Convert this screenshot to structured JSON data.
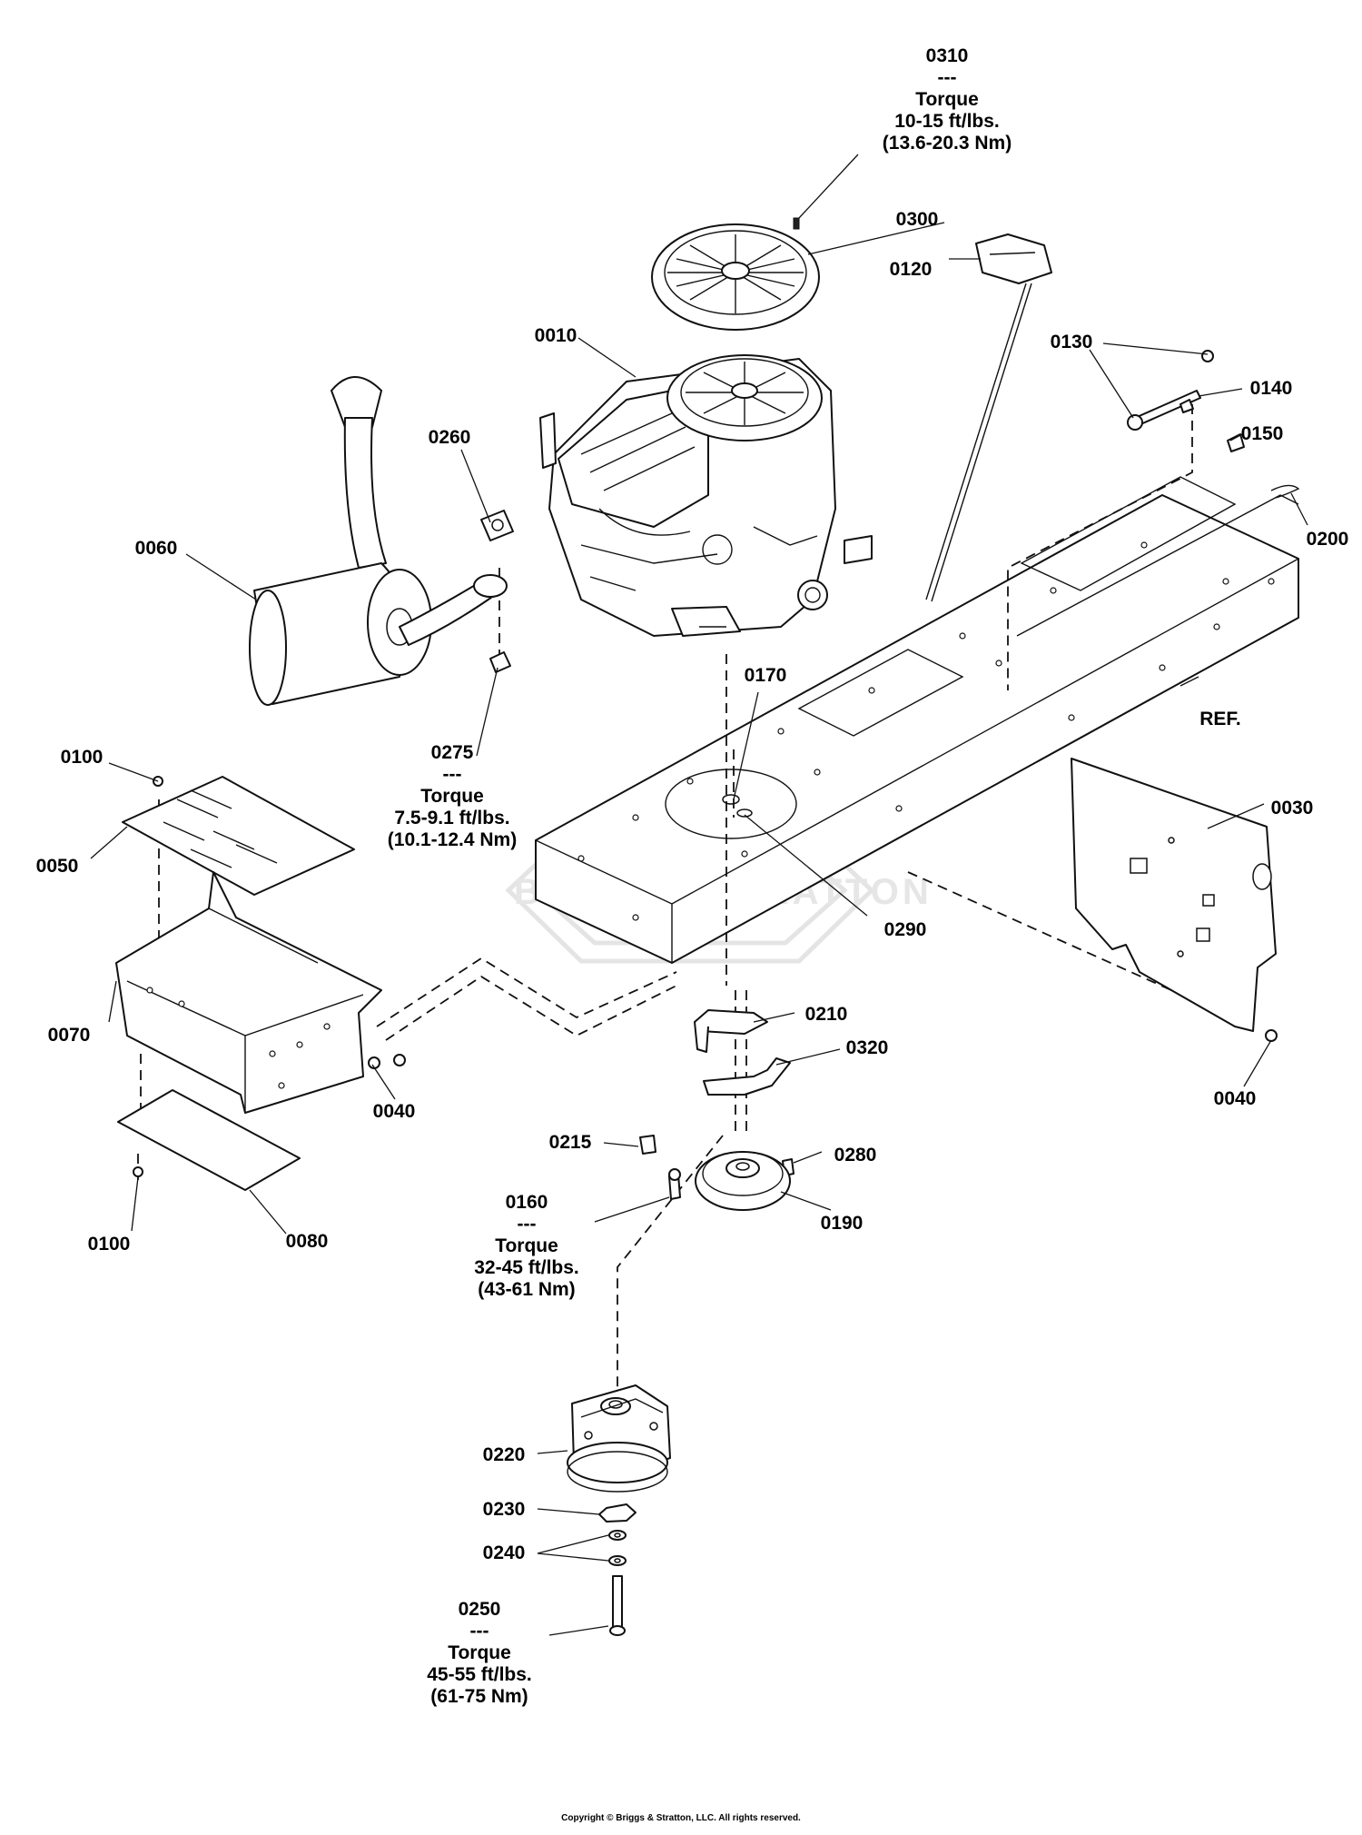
{
  "watermark": {
    "text": "BRIGGS&STRATTON"
  },
  "copyright": "Copyright © Briggs & Stratton, LLC. All rights reserved.",
  "callouts": [
    {
      "id": "c0310",
      "text": "0310\n---\nTorque\n10-15 ft/lbs.\n(13.6-20.3 Nm)"
    },
    {
      "id": "c0300",
      "text": "0300"
    },
    {
      "id": "c0120",
      "text": "0120"
    },
    {
      "id": "c0010",
      "text": "0010"
    },
    {
      "id": "c0130",
      "text": "0130"
    },
    {
      "id": "c0140",
      "text": "0140"
    },
    {
      "id": "c0150",
      "text": "0150"
    },
    {
      "id": "c0260",
      "text": "0260"
    },
    {
      "id": "c0060",
      "text": "0060"
    },
    {
      "id": "c0200",
      "text": "0200"
    },
    {
      "id": "c0170",
      "text": "0170"
    },
    {
      "id": "cREF",
      "text": "REF."
    },
    {
      "id": "c0275",
      "text": "0275\n---\nTorque\n7.5-9.1 ft/lbs.\n(10.1-12.4 Nm)"
    },
    {
      "id": "c0100a",
      "text": "0100"
    },
    {
      "id": "c0030",
      "text": "0030"
    },
    {
      "id": "c0050",
      "text": "0050"
    },
    {
      "id": "c0290",
      "text": "0290"
    },
    {
      "id": "c0070",
      "text": "0070"
    },
    {
      "id": "c0210",
      "text": "0210"
    },
    {
      "id": "c0320",
      "text": "0320"
    },
    {
      "id": "c0040a",
      "text": "0040"
    },
    {
      "id": "c0040b",
      "text": "0040"
    },
    {
      "id": "c0215",
      "text": "0215"
    },
    {
      "id": "c0280",
      "text": "0280"
    },
    {
      "id": "c0160",
      "text": "0160\n---\nTorque\n32-45 ft/lbs.\n(43-61 Nm)"
    },
    {
      "id": "c0190",
      "text": "0190"
    },
    {
      "id": "c0100b",
      "text": "0100"
    },
    {
      "id": "c0080",
      "text": "0080"
    },
    {
      "id": "c0220",
      "text": "0220"
    },
    {
      "id": "c0230",
      "text": "0230"
    },
    {
      "id": "c0240",
      "text": "0240"
    },
    {
      "id": "c0250",
      "text": "0250\n---\nTorque\n45-55 ft/lbs.\n(61-75 Nm)"
    }
  ]
}
